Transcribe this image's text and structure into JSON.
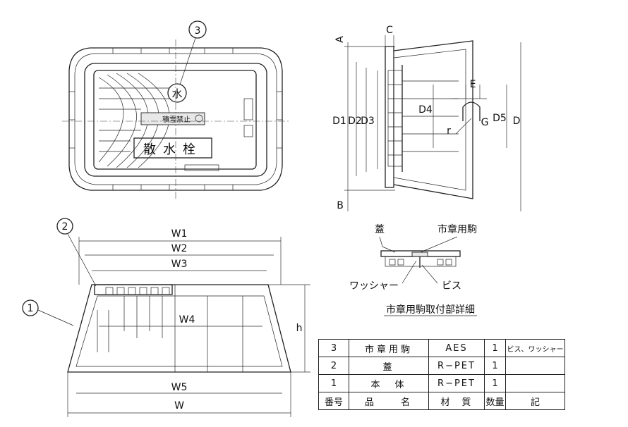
{
  "top_view": {
    "balloon_3": "3",
    "cover_text": "散水栓",
    "badge_text": "積雪禁止"
  },
  "side_section": {
    "dims": [
      "A",
      "C",
      "D1",
      "D2",
      "D3",
      "D4",
      "E",
      "G",
      "r",
      "D5",
      "D",
      "B"
    ]
  },
  "front_view": {
    "balloon_2": "2",
    "balloon_1": "1",
    "dims": [
      "W1",
      "W2",
      "W3",
      "W4",
      "W5",
      "W",
      "h"
    ]
  },
  "detail": {
    "label_lid": "蓋",
    "label_emblem": "市章用駒",
    "label_washer": "ワッシャー",
    "label_screw": "ビス",
    "caption": "市章用駒取付部詳細"
  },
  "parts_table": {
    "rows": [
      {
        "no": "3",
        "name": "市章用駒",
        "material": "AES",
        "qty": "1",
        "note": "ビス、ワッシャー"
      },
      {
        "no": "2",
        "name": "蓋",
        "material": "R−PET",
        "qty": "1",
        "note": ""
      },
      {
        "no": "1",
        "name": "本　体",
        "material": "R−PET",
        "qty": "1",
        "note": ""
      }
    ],
    "header": {
      "no": "番号",
      "name": "品　　名",
      "material": "材　質",
      "qty": "数量",
      "note": "記"
    }
  }
}
